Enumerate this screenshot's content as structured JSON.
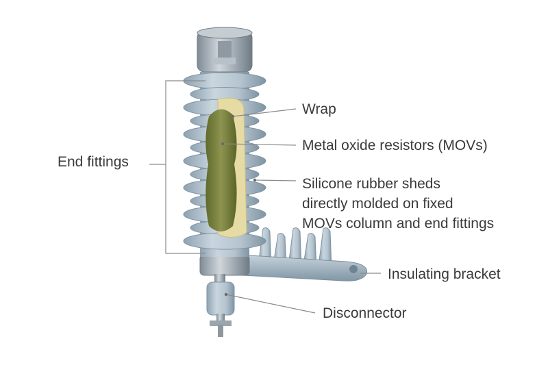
{
  "labels": {
    "end_fittings": "End fittings",
    "wrap": "Wrap",
    "mov": "Metal oxide resistors (MOVs)",
    "silicone_lines": [
      "Silicone rubber sheds",
      "directly molded on fixed",
      "MOVs column and end fittings"
    ],
    "bracket": "Insulating bracket",
    "disconnector": "Disconnector"
  },
  "colors": {
    "shed": "#b9c8d3",
    "shed_dark": "#8fa3b2",
    "metal": "#a9b3bb",
    "mov": "#8a8f4a",
    "wrap": "#e6dba5",
    "line": "#8a8a8a",
    "text": "#3a3a3a"
  }
}
